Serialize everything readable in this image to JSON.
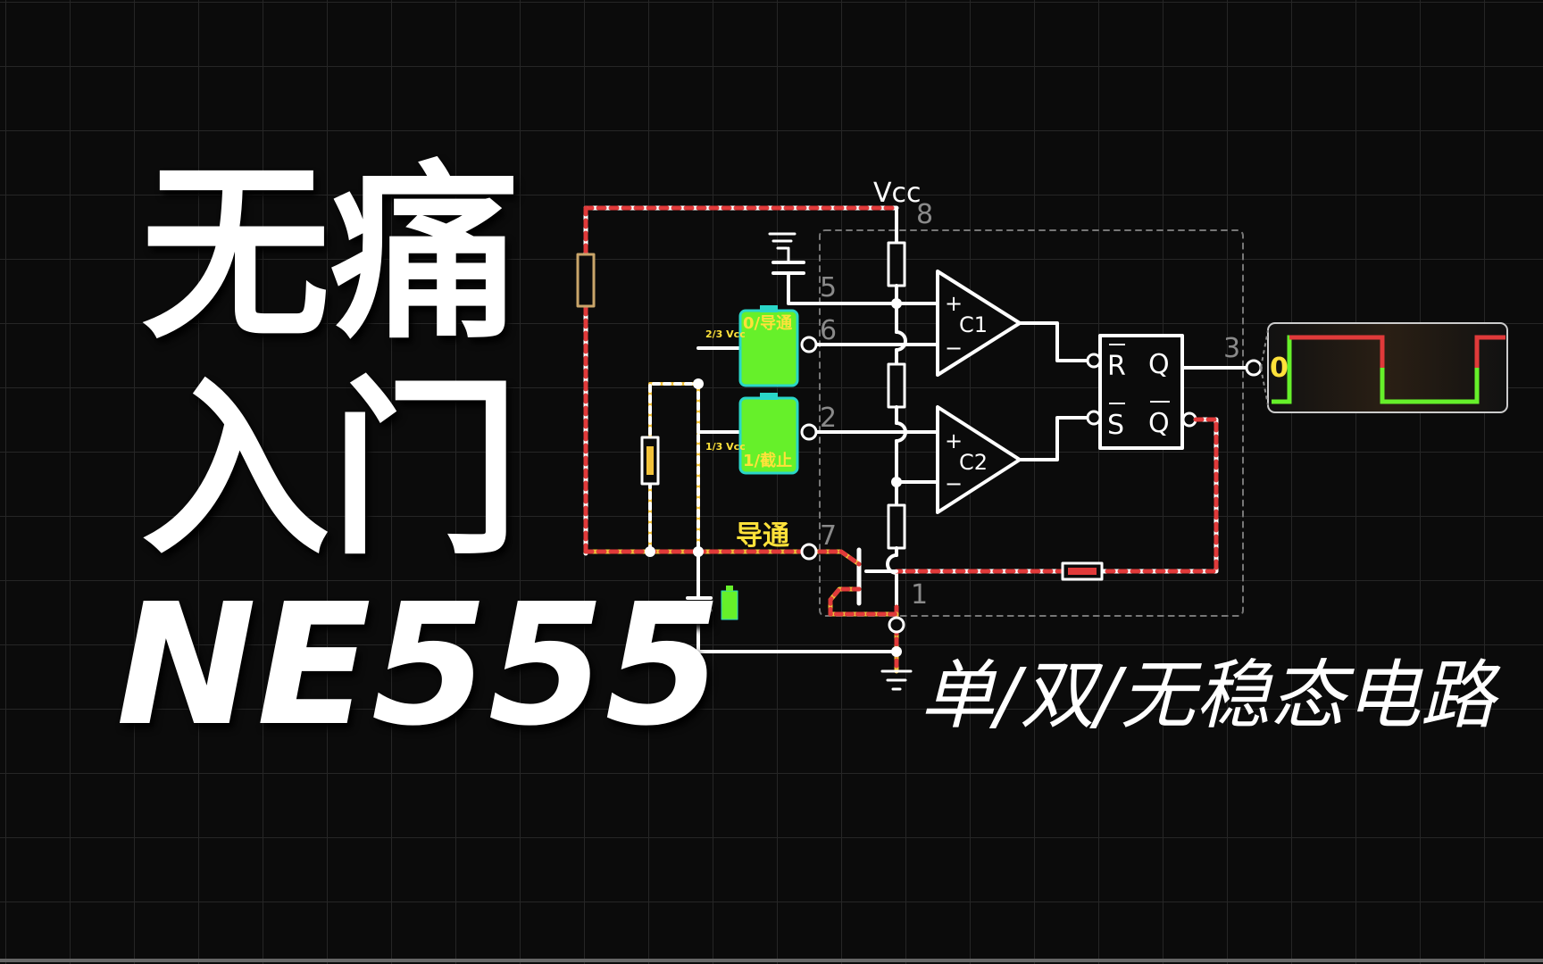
{
  "title": {
    "line1": "无痛",
    "line2": "入门",
    "line3": "NE555"
  },
  "subtitle": "单/双/无稳态电路",
  "circuit": {
    "vcc_label": "Vcc",
    "pins": {
      "p8": "8",
      "p5": "5",
      "p6": "6",
      "p2": "2",
      "p7": "7",
      "p1": "1",
      "p3": "3"
    },
    "comparator1": {
      "label": "C1",
      "plus": "+",
      "minus": "−"
    },
    "comparator2": {
      "label": "C2",
      "plus": "+",
      "minus": "−"
    },
    "flipflop": {
      "r": "R",
      "s": "S",
      "q": "Q",
      "qbar": "Q"
    },
    "battery_top": {
      "ref": "2/3 Vcc",
      "state": "0/导通"
    },
    "battery_bottom": {
      "ref": "1/3 Vcc",
      "state": "1/截止"
    },
    "discharge_state": "导通",
    "output_value": "0"
  },
  "colors": {
    "background": "#0b0b0b",
    "grid": "#2a2a2a",
    "wire": "#ffffff",
    "high_wire": "#e03a3a",
    "active_wire": "#f2c23a",
    "battery_green": "#66f02a",
    "battery_border": "#2ad6c8",
    "label_yellow": "#ffe23a",
    "pin_gray": "#8a8a8a"
  },
  "icons": [
    "ground-icon",
    "capacitor-icon",
    "resistor-icon",
    "battery-icon",
    "transistor-icon"
  ]
}
